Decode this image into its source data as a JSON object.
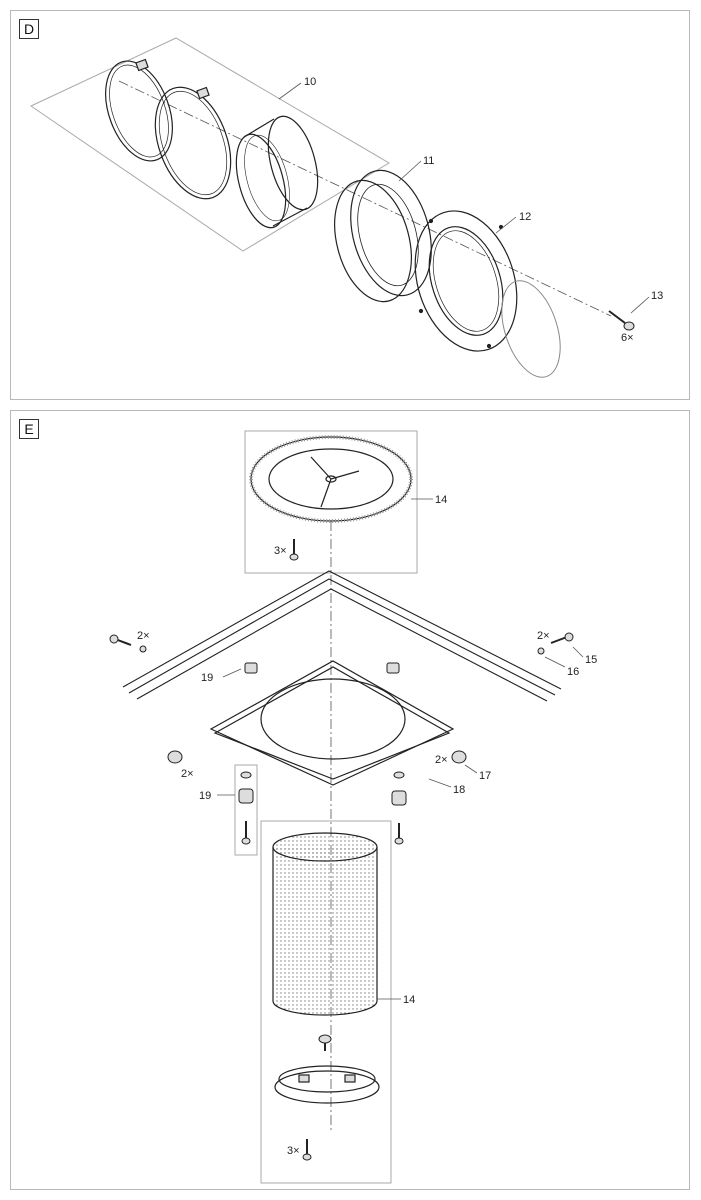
{
  "panels": {
    "d": {
      "label": "D"
    },
    "e": {
      "label": "E"
    }
  },
  "callouts": {
    "c10": "10",
    "c11": "11",
    "c12": "12",
    "c13": "13",
    "c14_top": "14",
    "c14_bottom": "14",
    "c15": "15",
    "c16": "16",
    "c17": "17",
    "c18": "18",
    "c19_top": "19",
    "c19_bottom": "19"
  },
  "quantities": {
    "q13": "6×",
    "q14_top": "3×",
    "q14_bottom": "3×",
    "q_left_bolt": "2×",
    "q_right_bolt": "2×",
    "q_left_cap": "2×",
    "q_right_cap": "2×"
  }
}
